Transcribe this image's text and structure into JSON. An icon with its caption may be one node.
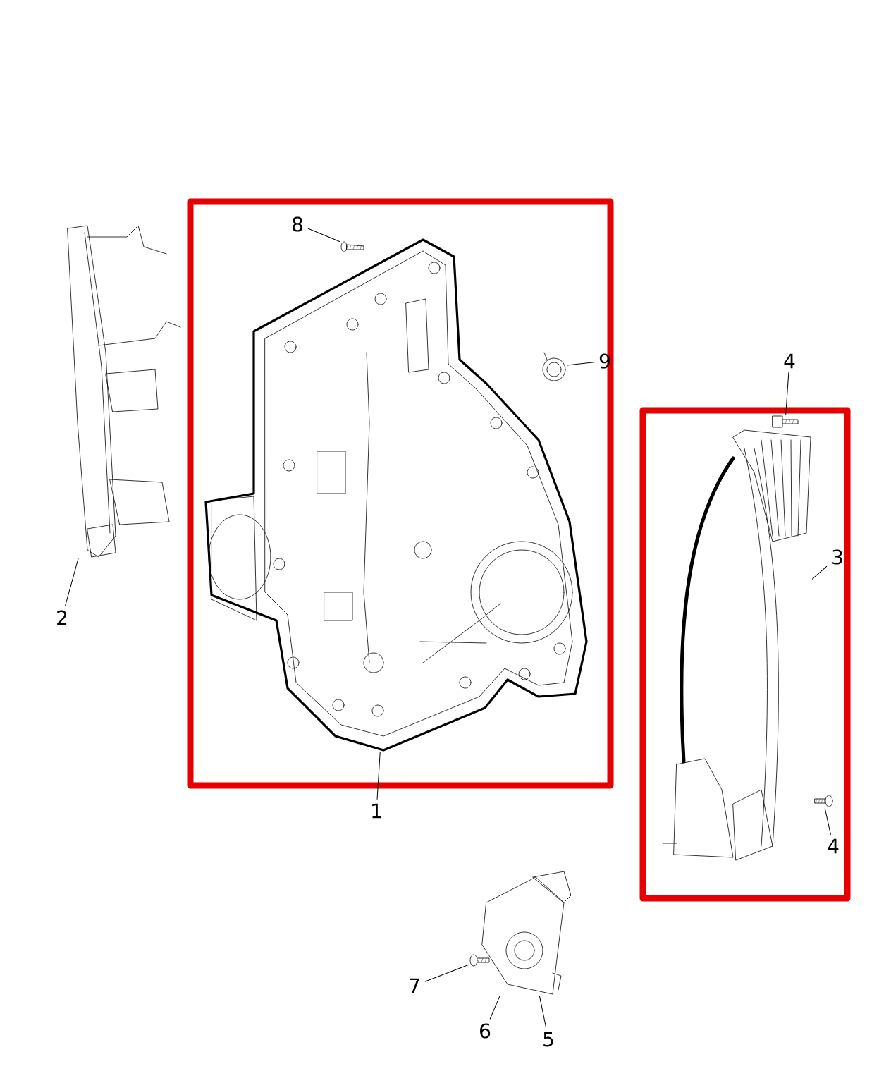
{
  "diagram": {
    "nodes": [
      {
        "text": [],
        "shape": "box"
      },
      {
        "text": [],
        "shape": "picture",
        "in": 0
      },
      {
        "text": [],
        "shape": "bolt",
        "in": 0
      },
      {
        "text": [],
        "shape": "picture",
        "in": 0
      },
      {
        "text": [
          "8"
        ],
        "in": 0
      },
      {
        "text": [
          "9"
        ],
        "in": 0
      },
      {
        "text": [
          "1"
        ]
      },
      {
        "text": [],
        "shape": "picture"
      },
      {
        "text": [
          "2"
        ]
      },
      {
        "text": [],
        "shape": "box"
      },
      {
        "text": [],
        "shape": "picture",
        "in": 9
      },
      {
        "text": [],
        "shape": "bolt",
        "in": 9
      },
      {
        "text": [],
        "shape": "bolt",
        "in": 9
      },
      {
        "text": [
          "4"
        ]
      },
      {
        "text": [
          "3"
        ],
        "in": 9
      },
      {
        "text": [
          "4"
        ],
        "in": 9
      },
      {
        "text": [],
        "shape": "picture"
      },
      {
        "text": [],
        "shape": "bolt"
      },
      {
        "text": [
          "7"
        ]
      },
      {
        "text": [
          "6"
        ]
      },
      {
        "text": [
          "5"
        ]
      }
    ],
    "edges": [
      {
        "from": 4,
        "to": 2,
        "arrow": "none"
      },
      {
        "from": 5,
        "to": 3,
        "arrow": "none"
      },
      {
        "from": 6,
        "to": 1,
        "arrow": "none"
      },
      {
        "from": 8,
        "to": 7,
        "arrow": "none"
      },
      {
        "from": 13,
        "to": 11,
        "arrow": "none"
      },
      {
        "from": 14,
        "to": 10,
        "arrow": "none"
      },
      {
        "from": 15,
        "to": 12,
        "arrow": "none"
      },
      {
        "from": 18,
        "to": 17,
        "arrow": "none"
      },
      {
        "from": 19,
        "to": 16,
        "arrow": "none"
      },
      {
        "from": 20,
        "to": 16,
        "arrow": "none"
      }
    ]
  }
}
